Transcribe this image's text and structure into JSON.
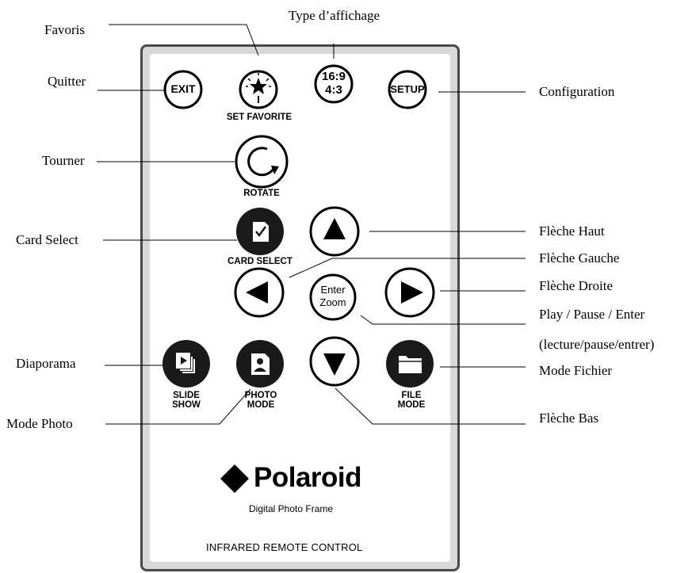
{
  "callouts": {
    "type_affichage": "Type d’affichage",
    "favoris": "Favoris",
    "quitter": "Quitter",
    "configuration": "Configuration",
    "tourner": "Tourner",
    "card_select": "Card Select",
    "fleche_haut": "Flèche Haut",
    "fleche_gauche": "Flèche Gauche",
    "fleche_droite": "Flèche Droite",
    "play_pause_enter": "Play / Pause / Enter",
    "lecture_pause_entrer": "(lecture/pause/entrer)",
    "diaporama": "Diaporama",
    "mode_fichier": "Mode Fichier",
    "mode_photo": "Mode Photo",
    "fleche_bas": "Flèche Bas"
  },
  "buttons": {
    "exit": "EXIT",
    "ratio_169": "16:9",
    "ratio_43": "4:3",
    "setup": "SETUP",
    "enter": "Enter",
    "zoom": "Zoom"
  },
  "button_labels": {
    "set_favorite": "SET FAVORITE",
    "rotate": "ROTATE",
    "card_select": "CARD SELECT",
    "slide": "SLIDE",
    "show": "SHOW",
    "photo": "PHOTO",
    "mode_photo": "MODE",
    "file": "FILE",
    "mode_file": "MODE"
  },
  "branding": {
    "name": "Polaroid",
    "subtitle": "Digital Photo Frame",
    "footer": "INFRARED  REMOTE  CONTROL"
  },
  "colors": {
    "remote_border": "#4a4a4a",
    "remote_frame": "#d8d8d8",
    "button_dark": "#1a1a1a",
    "ink": "#000000"
  },
  "icons": [
    "exit-button",
    "star-icon",
    "rotate-icon",
    "sd-card-icon",
    "arrow-up-icon",
    "arrow-left-icon",
    "arrow-right-icon",
    "arrow-down-icon",
    "slideshow-icon",
    "photo-mode-icon",
    "folder-icon",
    "diamond-logo-icon"
  ]
}
